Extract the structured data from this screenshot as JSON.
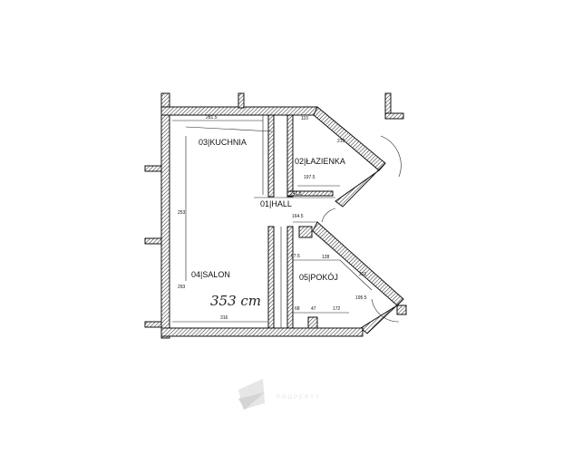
{
  "rooms": {
    "kitchen": "03|KUCHNIA",
    "bathroom": "02|ŁAZIENKA",
    "hall": "01|HALL",
    "living": "04|SALON",
    "room": "05|POKÓJ"
  },
  "area_note": "353 cm",
  "dimensions": {
    "kitchen_width": "281.5",
    "bathroom_top": "110",
    "bathroom_diag": "219",
    "bathroom_width": "197.5",
    "hall_width": "241.5",
    "hall_lower": "164.5",
    "salon_height": "253",
    "salon_lower": "293",
    "salon_width": "316",
    "pokoj_top": "128",
    "pokoj_diag": "221",
    "pokoj_b1": "68",
    "pokoj_b2": "47",
    "pokoj_b3": "172",
    "pokoj_side": "195.5",
    "pokoj_left": "67.5"
  },
  "watermark": {
    "text": "PROPERTY"
  }
}
